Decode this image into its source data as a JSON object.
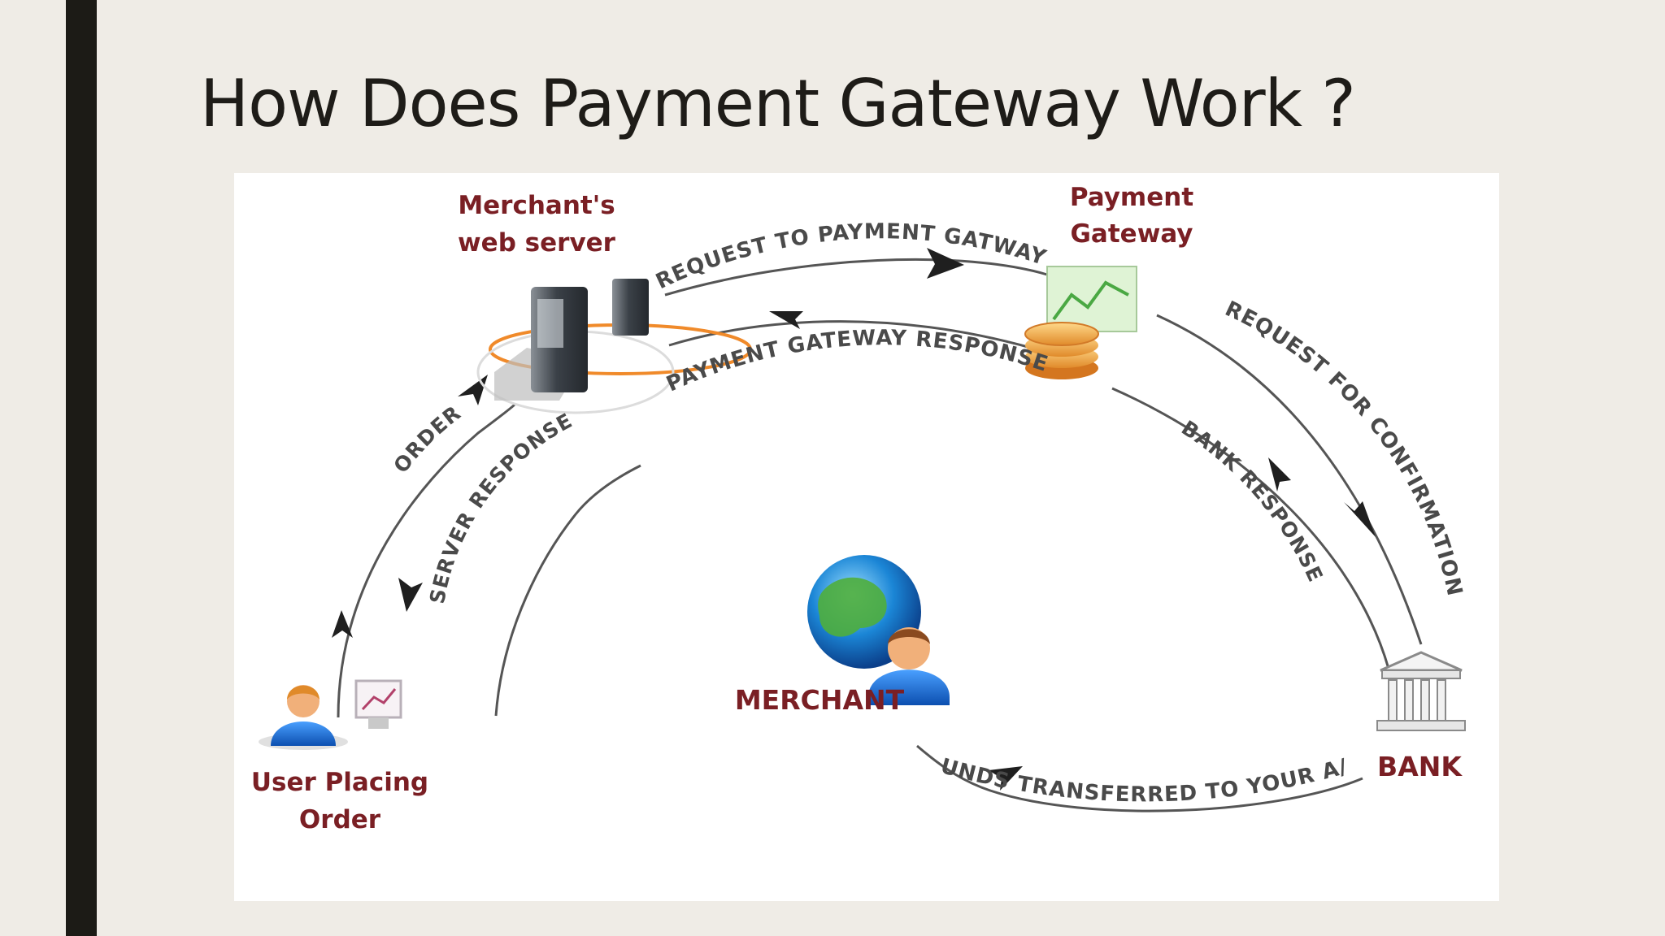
{
  "slide": {
    "title": "How Does Payment Gateway Work ?"
  },
  "diagram": {
    "nodes": {
      "merchant_server": {
        "line1": "Merchant's",
        "line2": "web server"
      },
      "payment_gateway": {
        "line1": "Payment",
        "line2": "Gateway"
      },
      "bank": {
        "label": "BANK"
      },
      "merchant": {
        "label": "MERCHANT"
      },
      "user": {
        "line1": "User Placing",
        "line2": "Order"
      }
    },
    "flows": {
      "order": "ORDER",
      "server_response": "SERVER RESPONSE",
      "request_to_gateway": "REQUEST  TO PAYMENT GATWAY",
      "gateway_response": "PAYMENT GATEWAY RESPONSE",
      "request_confirmation": "REQUEST  FOR CONFIRMATION",
      "bank_response": "BANK RESPONSE",
      "funds_transferred": "FUNDS TRANSFERRED TO YOUR A/C"
    },
    "colors": {
      "label_red": "#7a1f24",
      "arc_text": "#4a4a4a",
      "arrow": "#555555"
    },
    "icons": {
      "merchant_server": "server-icon",
      "payment_gateway": "gateway-coins-icon",
      "bank": "bank-icon",
      "merchant": "globe-person-icon",
      "user": "user-computer-icon"
    }
  }
}
